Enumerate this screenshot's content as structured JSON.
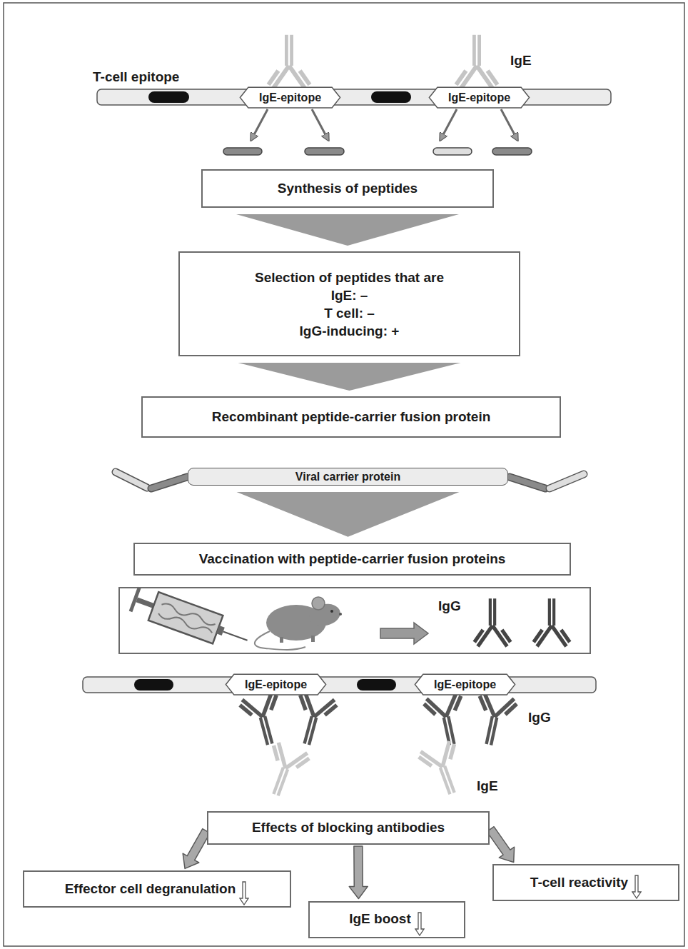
{
  "diagram": {
    "nodes": [
      {
        "text": [
          "IgE-epitope"
        ]
      },
      {
        "text": [
          "IgE-epitope"
        ]
      },
      {
        "text": [
          "Synthesis of peptides"
        ]
      },
      {
        "text": [
          "Selection of peptides that are",
          "IgE: –",
          "T cell: –",
          "IgG-inducing: +"
        ]
      },
      {
        "text": [
          "Recombinant peptide-carrier fusion protein"
        ]
      },
      {
        "text": [
          "Viral carrier protein"
        ]
      },
      {
        "text": [
          "Vaccination with peptide-carrier fusion proteins"
        ]
      },
      {
        "text": [
          "IgG"
        ]
      },
      {
        "text": [
          "IgE-epitope"
        ]
      },
      {
        "text": [
          "IgE-epitope"
        ]
      },
      {
        "text": [
          "Effects of blocking antibodies"
        ]
      },
      {
        "text": [
          "Effector cell degranulation"
        ]
      },
      {
        "text": [
          "IgE boost"
        ]
      },
      {
        "text": [
          "T-cell reactivity"
        ]
      }
    ],
    "edges": [
      {
        "from": 2,
        "to": 3,
        "arrow": "to"
      },
      {
        "from": 3,
        "to": 4,
        "arrow": "to"
      },
      {
        "from": 5,
        "to": 6,
        "arrow": "to"
      },
      {
        "from": 10,
        "to": 11,
        "arrow": "to"
      },
      {
        "from": 10,
        "to": 12,
        "arrow": "to"
      },
      {
        "from": 10,
        "to": 13,
        "arrow": "to"
      }
    ],
    "labels": [
      "T-cell epitope",
      "IgE",
      "IgG",
      "IgE"
    ]
  }
}
